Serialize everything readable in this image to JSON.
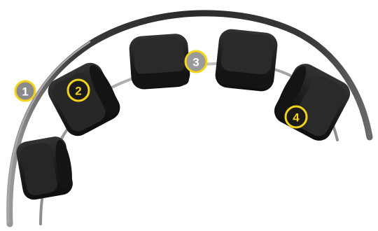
{
  "colors": {
    "band_dark": "#2f2f2f",
    "band_light": "#9a9a9a",
    "inner_rail": "#b8b8b8",
    "pod_body": "#1d1d1d",
    "pod_face": "#2a2a2a",
    "callout_fill_on_light": "#8a8a8a",
    "callout_fill_on_dark": "#1a1a1a",
    "callout_ring": "#f2d21b",
    "callout_text_dark": "#f2d21b",
    "callout_text_light": "#ffffff"
  },
  "callouts": [
    {
      "label": "1",
      "target": "outer-band"
    },
    {
      "label": "2",
      "target": "left-pod"
    },
    {
      "label": "3",
      "target": "center-rail"
    },
    {
      "label": "4",
      "target": "right-pod"
    }
  ]
}
